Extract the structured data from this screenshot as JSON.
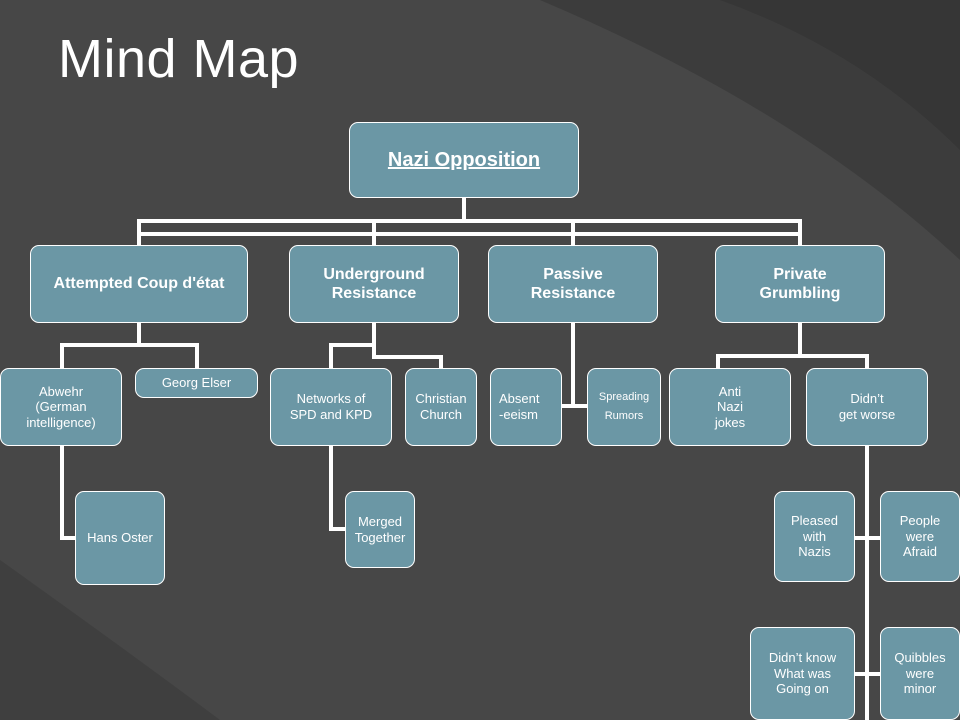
{
  "slide": {
    "title": "Mind Map"
  },
  "mindmap": {
    "root": "Nazi Opposition",
    "branches": {
      "coup": {
        "label": "Attempted Coup d'état",
        "abwehr": {
          "line1": "Abwehr",
          "line2": "(German",
          "line3": "intelligence)"
        },
        "hans_oster": "Hans Oster",
        "georg_elser": "Georg Elser"
      },
      "underground": {
        "line1": "Underground",
        "line2": "Resistance",
        "networks": {
          "line1": "Networks of",
          "line2": "SPD and KPD"
        },
        "merged": {
          "line1": "Merged",
          "line2": "Together"
        },
        "church": {
          "line1": "Christian",
          "line2": "Church"
        }
      },
      "passive": {
        "line1": "Passive",
        "line2": "Resistance",
        "absent": {
          "line1": "Absent",
          "line2": "-eeism"
        },
        "rumors": {
          "line1": "Spreading",
          "line2": "Rumors"
        }
      },
      "grumbling": {
        "line1": "Private",
        "line2": "Grumbling",
        "anti_nazi": {
          "line1": "Anti",
          "line2": "Nazi",
          "line3": "jokes"
        },
        "didnt_worse": {
          "line1": "Didn’t",
          "line2": "get worse"
        },
        "pleased": {
          "line1": "Pleased",
          "line2": "with",
          "line3": "Nazis"
        },
        "afraid": {
          "line1": "People",
          "line2": "were",
          "line3": "Afraid"
        },
        "didnt_know": {
          "line1": "Didn’t know",
          "line2": "What was",
          "line3": "Going on"
        },
        "quibbles": {
          "line1": "Quibbles",
          "line2": "were",
          "line3": "minor"
        }
      }
    }
  },
  "colors": {
    "background": "#474747",
    "node_fill": "#6b97a5",
    "node_border": "#ffffff",
    "connector": "#ffffff"
  }
}
